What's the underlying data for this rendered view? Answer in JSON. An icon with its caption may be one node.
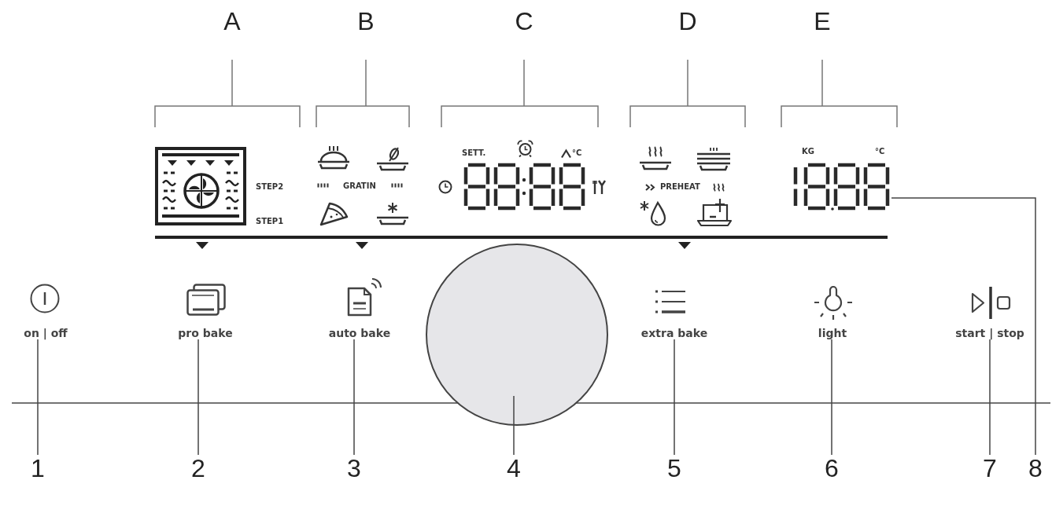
{
  "diagram": {
    "nodes": [
      {
        "text": [],
        "shape": "picture"
      },
      {
        "text": [
          "on | off"
        ]
      },
      {
        "text": [
          "pro bake"
        ]
      },
      {
        "text": [
          "auto bake"
        ]
      },
      {
        "text": [],
        "shape": "circle"
      },
      {
        "text": [
          "extra bake"
        ]
      },
      {
        "text": [
          "light"
        ]
      },
      {
        "text": [
          "start | stop"
        ]
      },
      {
        "text": [
          "1"
        ]
      },
      {
        "text": [
          "2"
        ]
      },
      {
        "text": [
          "3"
        ]
      },
      {
        "text": [
          "4"
        ]
      },
      {
        "text": [
          "5"
        ]
      },
      {
        "text": [
          "6"
        ]
      },
      {
        "text": [
          "7"
        ]
      },
      {
        "text": [
          "8"
        ]
      }
    ],
    "edges": [
      {
        "from": 8,
        "to": 1,
        "arrow": "none"
      },
      {
        "from": 9,
        "to": 2,
        "arrow": "none"
      },
      {
        "from": 10,
        "to": 3,
        "arrow": "none"
      },
      {
        "from": 11,
        "to": 4,
        "arrow": "none"
      },
      {
        "from": 12,
        "to": 5,
        "arrow": "none"
      },
      {
        "from": 13,
        "to": 6,
        "arrow": "none"
      },
      {
        "from": 14,
        "to": 7,
        "arrow": "none"
      },
      {
        "from": 15,
        "to": 0,
        "arrow": "none"
      }
    ],
    "labels": [
      "A",
      "B",
      "C",
      "D",
      "E",
      "SETT.",
      "°C",
      "KG",
      "°C",
      "STEP2",
      "GRATIN",
      "PREHEAT",
      "STEP1"
    ]
  }
}
